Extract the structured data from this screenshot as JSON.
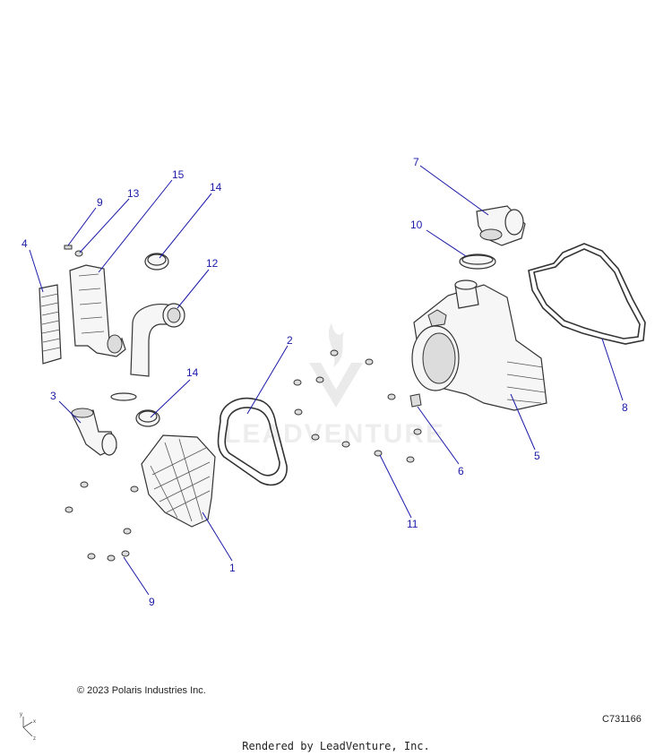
{
  "callouts": {
    "c1": "1",
    "c2": "2",
    "c3": "3",
    "c4": "4",
    "c5": "5",
    "c6": "6",
    "c7": "7",
    "c8": "8",
    "c9a": "9",
    "c9b": "9",
    "c10": "10",
    "c11": "11",
    "c12": "12",
    "c13": "13",
    "c14a": "14",
    "c14b": "14",
    "c15": "15"
  },
  "footer": {
    "copyright": "© 2023 Polaris Industries Inc.",
    "drawing_number": "C731166",
    "rendered_by": "Rendered by LeadVenture, Inc."
  },
  "watermark": "LEADVENTURE",
  "axis": {
    "x": "x",
    "y": "y",
    "z": "z"
  },
  "colors": {
    "callout": "#1a1aa8",
    "line_art": "#333333"
  }
}
